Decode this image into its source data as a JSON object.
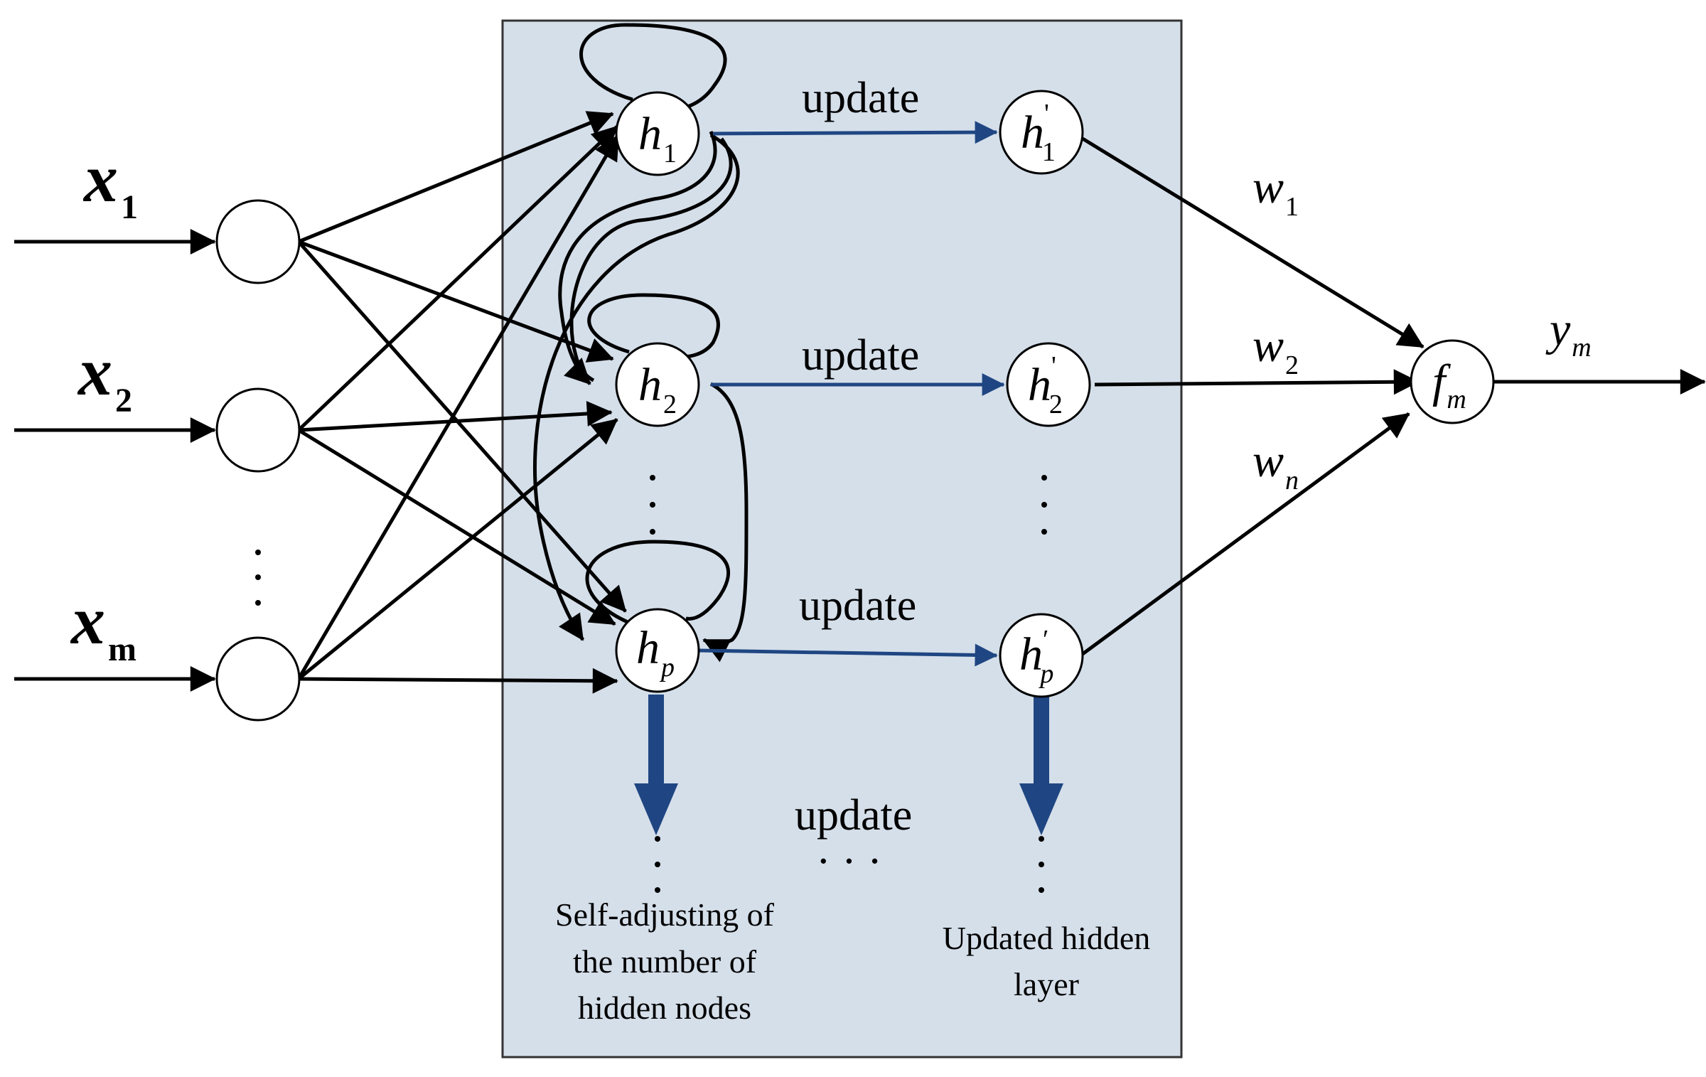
{
  "inputs": [
    {
      "symbol": "x",
      "subscript": "1"
    },
    {
      "symbol": "x",
      "subscript": "2"
    },
    {
      "symbol": "x",
      "subscript": "m"
    }
  ],
  "hidden_nodes": [
    {
      "symbol": "h",
      "subscript": "1"
    },
    {
      "symbol": "h",
      "subscript": "2"
    },
    {
      "symbol": "h",
      "subscript": "p"
    }
  ],
  "updated_nodes": [
    {
      "symbol": "h",
      "subscript": "1",
      "prime": "'"
    },
    {
      "symbol": "h",
      "subscript": "2",
      "prime": "'"
    },
    {
      "symbol": "h",
      "subscript": "p",
      "prime": "′"
    }
  ],
  "update_labels": [
    "update",
    "update",
    "update",
    "update"
  ],
  "weights": [
    {
      "symbol": "w",
      "subscript": "1"
    },
    {
      "symbol": "w",
      "subscript": "2"
    },
    {
      "symbol": "w",
      "subscript": "n"
    }
  ],
  "output_node": {
    "symbol": "f",
    "subscript": "m"
  },
  "output_label": {
    "symbol": "y",
    "subscript": "m"
  },
  "ellipsis": "· · ·",
  "captions": {
    "left": [
      "Self-adjusting of",
      "the number of",
      "hidden nodes"
    ],
    "right": [
      "Updated hidden",
      "layer"
    ]
  },
  "colors": {
    "panel_fill": "#d5dfea",
    "panel_border": "#333333",
    "blue_arrow": "#1f4682",
    "black": "#000000"
  }
}
